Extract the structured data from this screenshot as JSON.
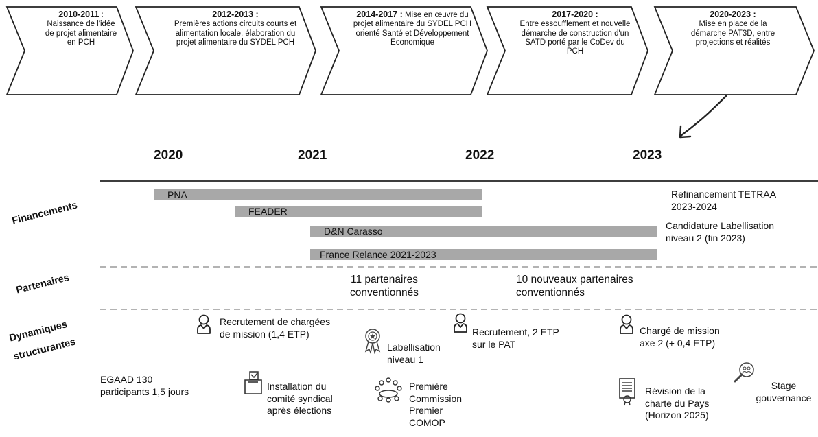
{
  "phases": [
    {
      "years": "2010-2011",
      "sep": " :",
      "text": "Naissance de l'idée de projet alimentaire en PCH"
    },
    {
      "years": "2012-2013 :",
      "sep": "",
      "text": "Premières actions circuits courts et alimentation locale, élaboration du projet alimentaire du SYDEL PCH"
    },
    {
      "years": "2014-2017 :",
      "sep": " Mise",
      "text": "en œuvre du projet alimentaire du SYDEL PCH orienté Santé et Développement Economique"
    },
    {
      "years": "2017-2020 :",
      "sep": "",
      "text": "Entre essoufflement et nouvelle démarche de construction d'un SATD porté par le CoDev du PCH"
    },
    {
      "years": "2020-2023 :",
      "sep": "",
      "text": "Mise en place de la démarche PAT3D, entre projections et réalités"
    }
  ],
  "years": [
    "2020",
    "2021",
    "2022",
    "2023"
  ],
  "rows": {
    "financements": "Financements",
    "partenaires": "Partenaires",
    "dynamiques_1": "Dynamiques",
    "dynamiques_2": "structurantes"
  },
  "funding": [
    "PNA",
    "FEADER",
    "D&N Carasso",
    "France Relance 2021-2023"
  ],
  "funding_notes": [
    "Refinancement TETRAA 2023-2024",
    "Candidature Labellisation niveau 2 (fin 2023)"
  ],
  "partners": [
    "11 partenaires conventionnés",
    "10 nouveaux partenaires conventionnés"
  ],
  "events": {
    "recrutement1": "Recrutement de chargées de mission (1,4 ETP)",
    "labellisation": "Labellisation niveau 1",
    "recrutement2": "Recrutement, 2 ETP sur le PAT",
    "charge": "Chargé de mission axe 2 (+ 0,4 ETP)",
    "egaad": "EGAAD 130 participants 1,5 jours",
    "installation": "Installation du comité syndical après élections",
    "commission": "Première Commission Premier COMOP",
    "charte": "Révision de la charte du Pays (Horizon 2025)",
    "stage": "Stage gouvernance"
  },
  "colors": {
    "bar": "#a8a8a8",
    "line": "#222222",
    "dash": "#9a9a9a"
  }
}
